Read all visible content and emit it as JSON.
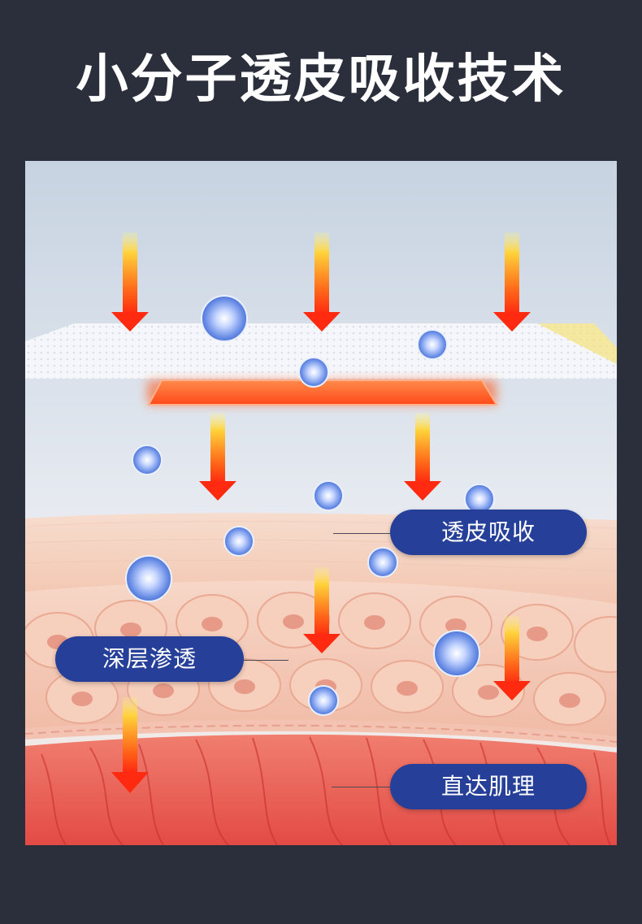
{
  "title": "小分子透皮吸收技术",
  "labels": {
    "absorb": "透皮吸收",
    "deep": "深层渗透",
    "muscle": "直达肌理"
  },
  "colors": {
    "background": "#2a2f3b",
    "pill": "#26409a",
    "arrow_top": "#ffe14a",
    "arrow_bottom": "#ff2a10",
    "skin": "#f6cdb9",
    "muscle": "#e8584f"
  }
}
